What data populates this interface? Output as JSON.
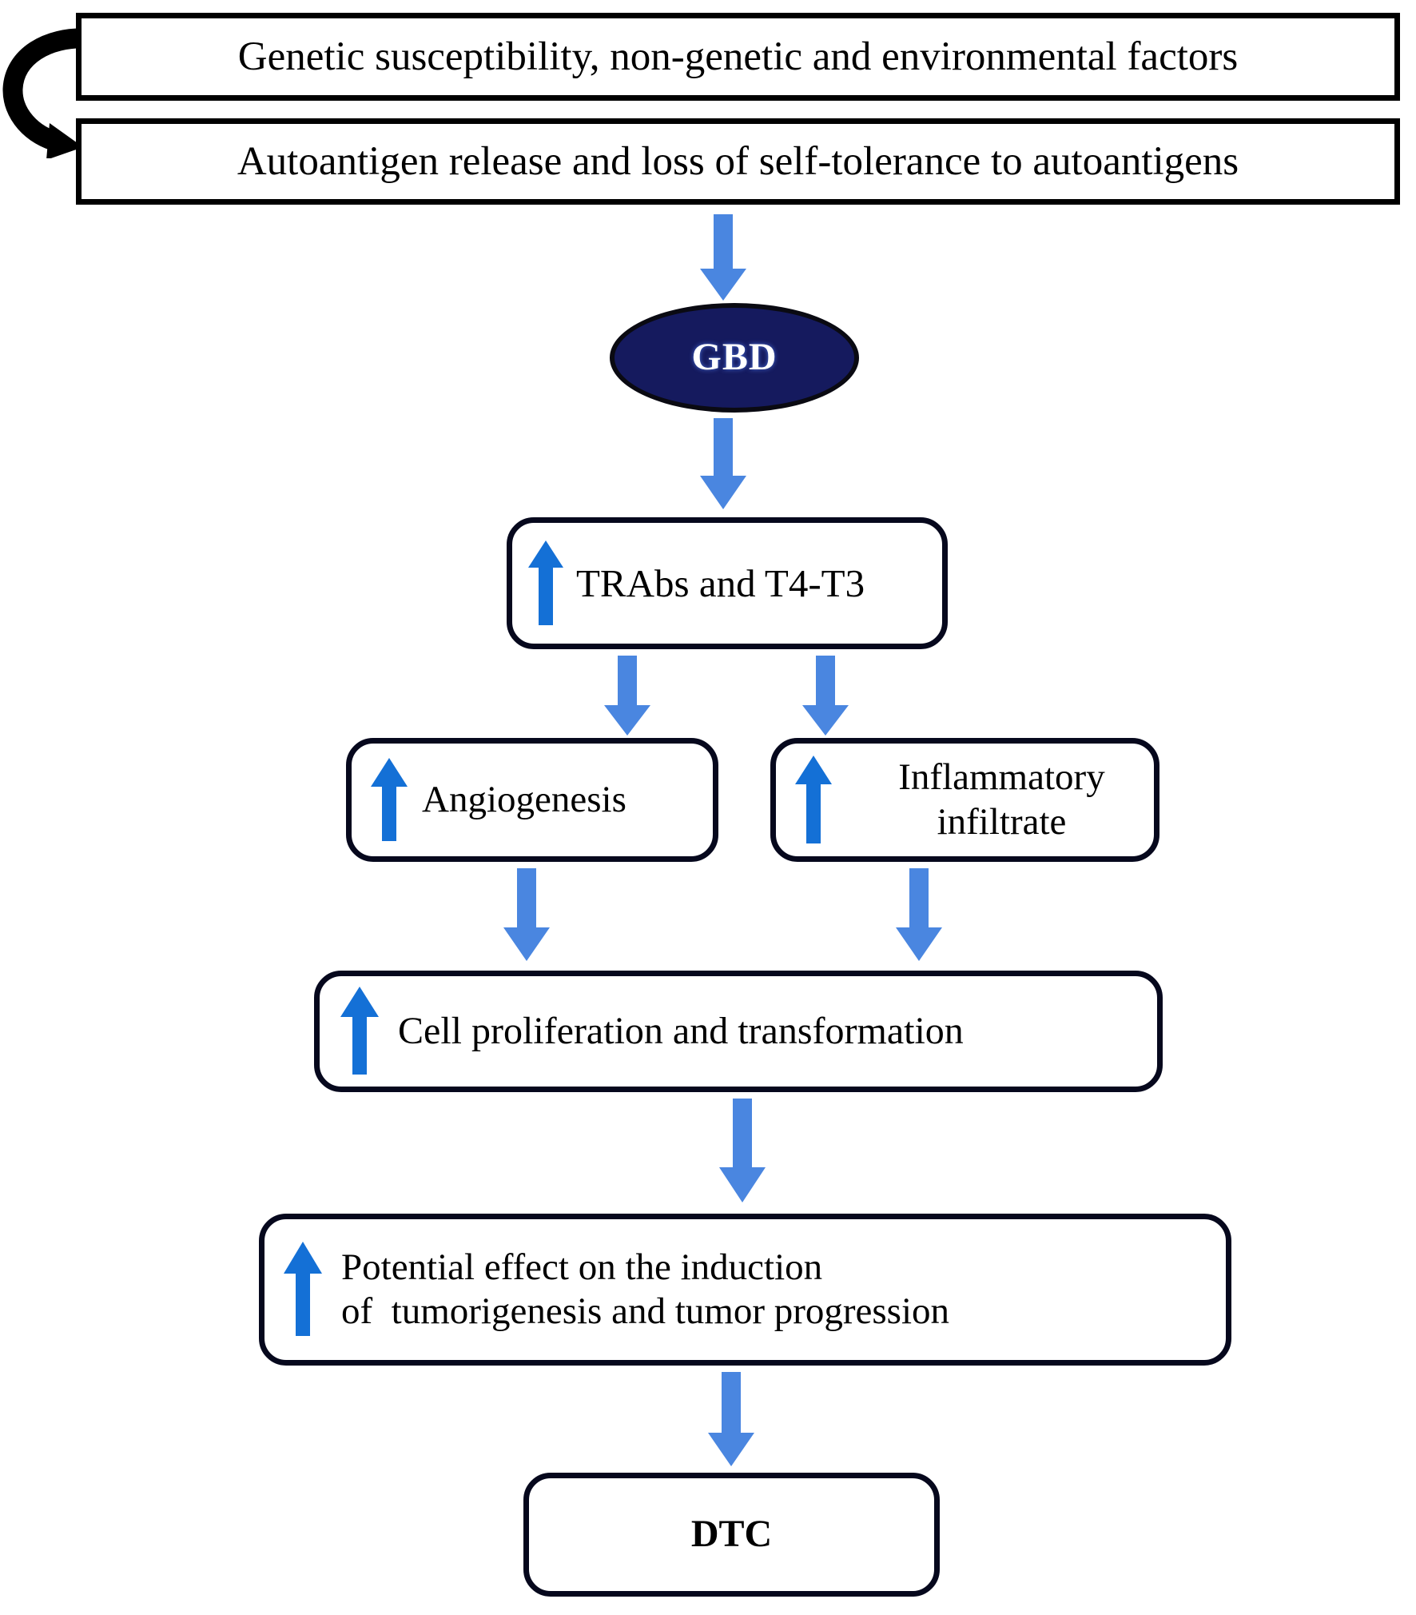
{
  "diagram": {
    "type": "flowchart",
    "title": "Graves disease to differentiated thyroid cancer pathway",
    "colors": {
      "node_border": "#06081d",
      "node_fill": "#ffffff",
      "ellipse_fill": "#151a5e",
      "ellipse_text": "#ffffff",
      "connector_arrow": "#4a86e0",
      "inline_up_arrow": "#1470d6",
      "feedback_arrow": "#000000",
      "text": "#000000"
    },
    "nodes": [
      {
        "id": "genetic",
        "shape": "rectangle",
        "label": "Genetic susceptibility, non-genetic and environmental factors"
      },
      {
        "id": "autoantigen",
        "shape": "rectangle",
        "label": "Autoantigen release and loss of self-tolerance to autoantigens"
      },
      {
        "id": "gbd",
        "shape": "ellipse",
        "label": "GBD"
      },
      {
        "id": "trabs",
        "shape": "rounded-rectangle",
        "label": "TRAbs and T4-T3",
        "marker": "up-arrow"
      },
      {
        "id": "angiogenesis",
        "shape": "rounded-rectangle",
        "label": "Angiogenesis",
        "marker": "up-arrow"
      },
      {
        "id": "inflammatory",
        "shape": "rounded-rectangle",
        "label": "Inflammatory\ninfiltrate",
        "marker": "up-arrow"
      },
      {
        "id": "cellprolif",
        "shape": "rounded-rectangle",
        "label": "Cell proliferation and transformation",
        "marker": "up-arrow"
      },
      {
        "id": "potential",
        "shape": "rounded-rectangle",
        "label": "Potential effect on the induction\nof  tumorigenesis and tumor progression",
        "marker": "up-arrow"
      },
      {
        "id": "dtc",
        "shape": "rounded-rectangle",
        "label": "DTC"
      }
    ],
    "edges": [
      {
        "id": "e-feedback",
        "from": "genetic",
        "to": "autoantigen",
        "style": "curved-black"
      },
      {
        "id": "e-auto-gbd",
        "from": "autoantigen",
        "to": "gbd",
        "style": "blue-down"
      },
      {
        "id": "e-gbd-trabs",
        "from": "gbd",
        "to": "trabs",
        "style": "blue-down"
      },
      {
        "id": "e-trabs-angio",
        "from": "trabs",
        "to": "angiogenesis",
        "style": "blue-down"
      },
      {
        "id": "e-trabs-inflam",
        "from": "trabs",
        "to": "inflammatory",
        "style": "blue-down"
      },
      {
        "id": "e-angio-cell",
        "from": "angiogenesis",
        "to": "cellprolif",
        "style": "blue-down"
      },
      {
        "id": "e-inflam-cell",
        "from": "inflammatory",
        "to": "cellprolif",
        "style": "blue-down"
      },
      {
        "id": "e-cell-potential",
        "from": "cellprolif",
        "to": "potential",
        "style": "blue-down"
      },
      {
        "id": "e-potential-dtc",
        "from": "potential",
        "to": "dtc",
        "style": "blue-down"
      }
    ]
  }
}
